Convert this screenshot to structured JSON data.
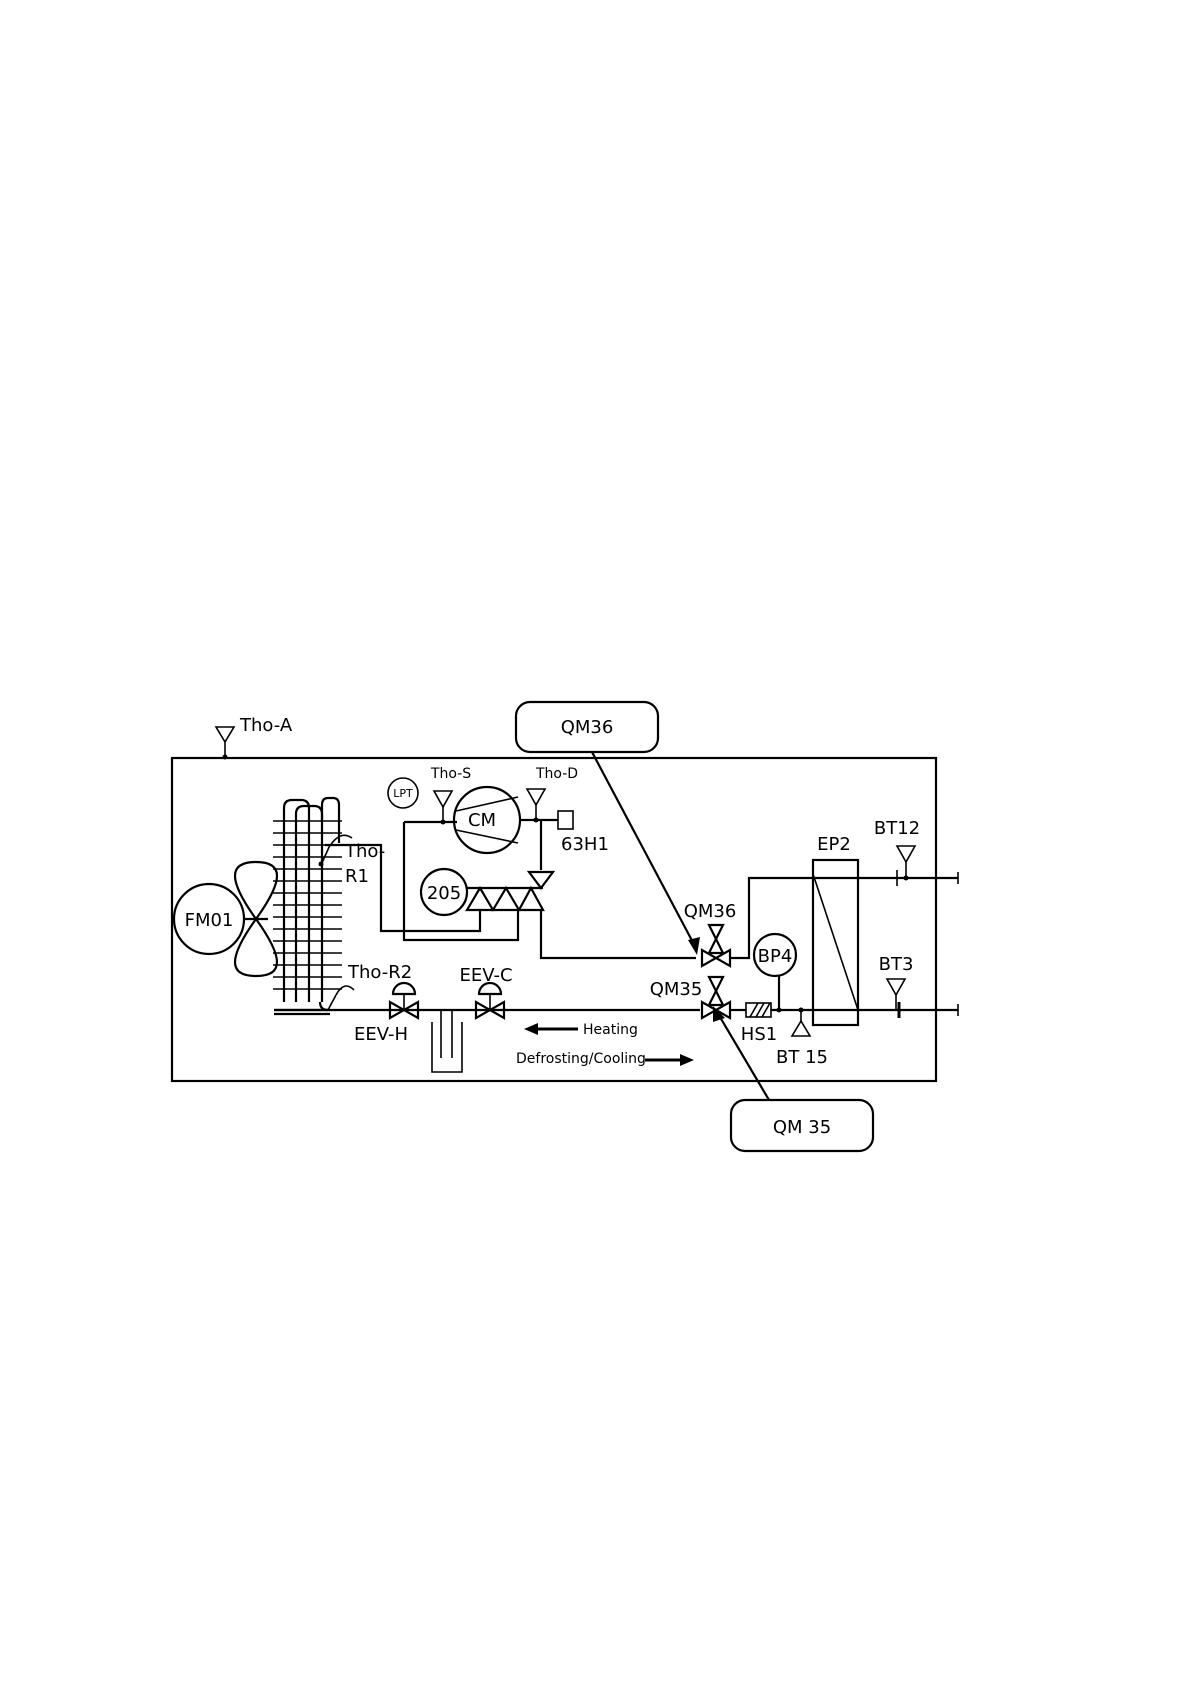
{
  "labels": {
    "tho_a": "Tho-A",
    "qm36_callout": "QM36",
    "qm35_callout": "QM 35",
    "lpt": "LPT",
    "tho_s": "Tho-S",
    "tho_d": "Tho-D",
    "cm": "CM",
    "h63h1": "63H1",
    "tho_r1_a": "Tho-",
    "tho_r1_b": "R1",
    "fm01": "FM01",
    "c205": "205",
    "qm36": "QM36",
    "qm35": "QM35",
    "bp4": "BP4",
    "ep2": "EP2",
    "bt12": "BT12",
    "bt3": "BT3",
    "tho_r2": "Tho-R2",
    "eev_c": "EEV-C",
    "eev_h": "EEV-H",
    "heating": "Heating",
    "defrost": "Defrosting/Cooling",
    "hs1": "HS1",
    "bt15": "BT 15"
  }
}
